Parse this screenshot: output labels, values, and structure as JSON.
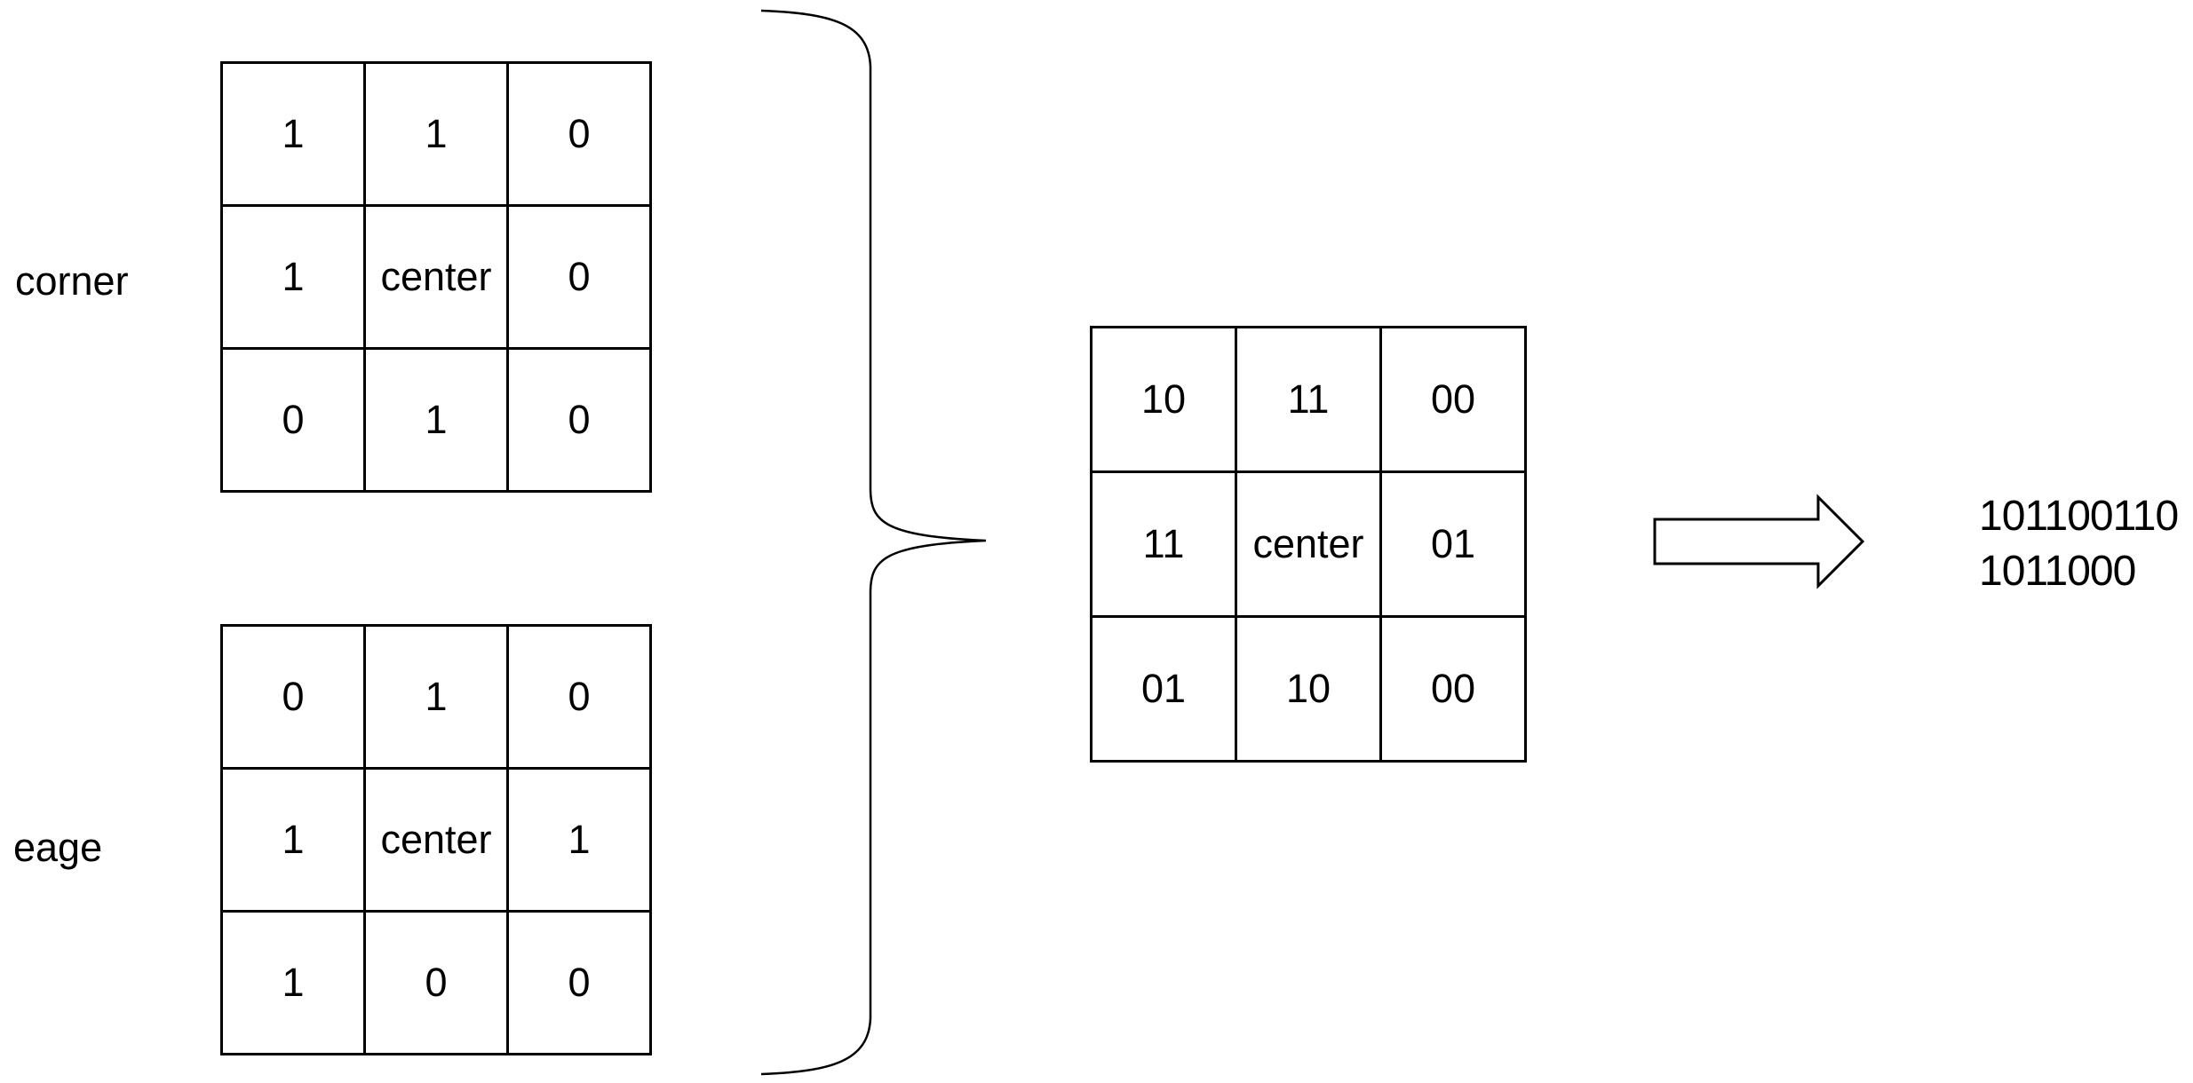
{
  "colors": {
    "background": "#ffffff",
    "ink": "#000000"
  },
  "kernels": [
    {
      "label": "corner",
      "rows": [
        [
          "1",
          "1",
          "0"
        ],
        [
          "1",
          "center",
          "0"
        ],
        [
          "0",
          "1",
          "0"
        ]
      ]
    },
    {
      "label": "eage",
      "rows": [
        [
          "0",
          "1",
          "0"
        ],
        [
          "1",
          "center",
          "1"
        ],
        [
          "1",
          "0",
          "0"
        ]
      ]
    }
  ],
  "combined": {
    "rows": [
      [
        "10",
        "11",
        "00"
      ],
      [
        "11",
        "center",
        "01"
      ],
      [
        "01",
        "10",
        "00"
      ]
    ]
  },
  "output": {
    "lines": [
      "101100110",
      "1011000"
    ]
  },
  "icons": {
    "brace": "right-curly-brace",
    "arrow": "right-block-arrow"
  }
}
